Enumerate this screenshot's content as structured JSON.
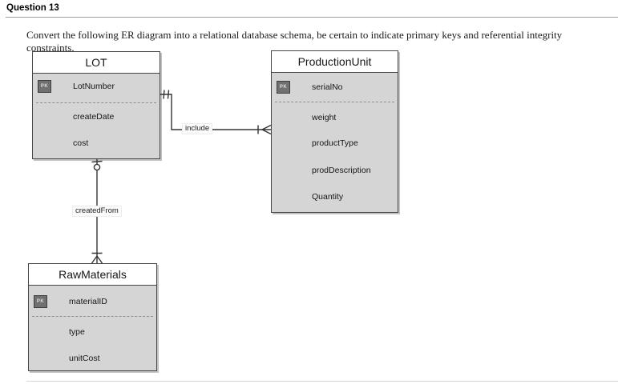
{
  "header": {
    "question_label": "Question 13"
  },
  "instruction": "Convert the following ER diagram into a relational database schema, be certain to indicate primary keys and referential integrity constraints.",
  "diagram": {
    "entities": [
      {
        "name": "LOT",
        "pk_badge": "PK",
        "attributes": [
          {
            "name": "LotNumber",
            "is_primary_key": true
          },
          {
            "name": "createDate",
            "is_primary_key": false
          },
          {
            "name": "cost",
            "is_primary_key": false
          }
        ]
      },
      {
        "name": "ProductionUnit",
        "pk_badge": "PK",
        "attributes": [
          {
            "name": "serialNo",
            "is_primary_key": true
          },
          {
            "name": "weight",
            "is_primary_key": false
          },
          {
            "name": "productType",
            "is_primary_key": false
          },
          {
            "name": "prodDescription",
            "is_primary_key": false
          },
          {
            "name": "Quantity",
            "is_primary_key": false
          }
        ]
      },
      {
        "name": "RawMaterials",
        "pk_badge": "PK",
        "attributes": [
          {
            "name": "materialID",
            "is_primary_key": true
          },
          {
            "name": "type",
            "is_primary_key": false
          },
          {
            "name": "unitCost",
            "is_primary_key": false
          }
        ]
      }
    ],
    "relationships": [
      {
        "label": "include",
        "from_entity": "LOT",
        "to_entity": "ProductionUnit",
        "from_cardinality": "one-and-only-one",
        "to_cardinality": "one-or-many"
      },
      {
        "label": "createdFrom",
        "from_entity": "LOT",
        "to_entity": "RawMaterials",
        "from_cardinality": "zero-or-one",
        "to_cardinality": "one-or-many"
      }
    ],
    "colors": {
      "entity_body": "#d5d5d5",
      "entity_header_bg": "#ffffff",
      "entity_border": "#464646",
      "pk_badge_bg": "#707070",
      "pk_badge_text": "#dcdcdc",
      "connector": "#333333"
    }
  }
}
